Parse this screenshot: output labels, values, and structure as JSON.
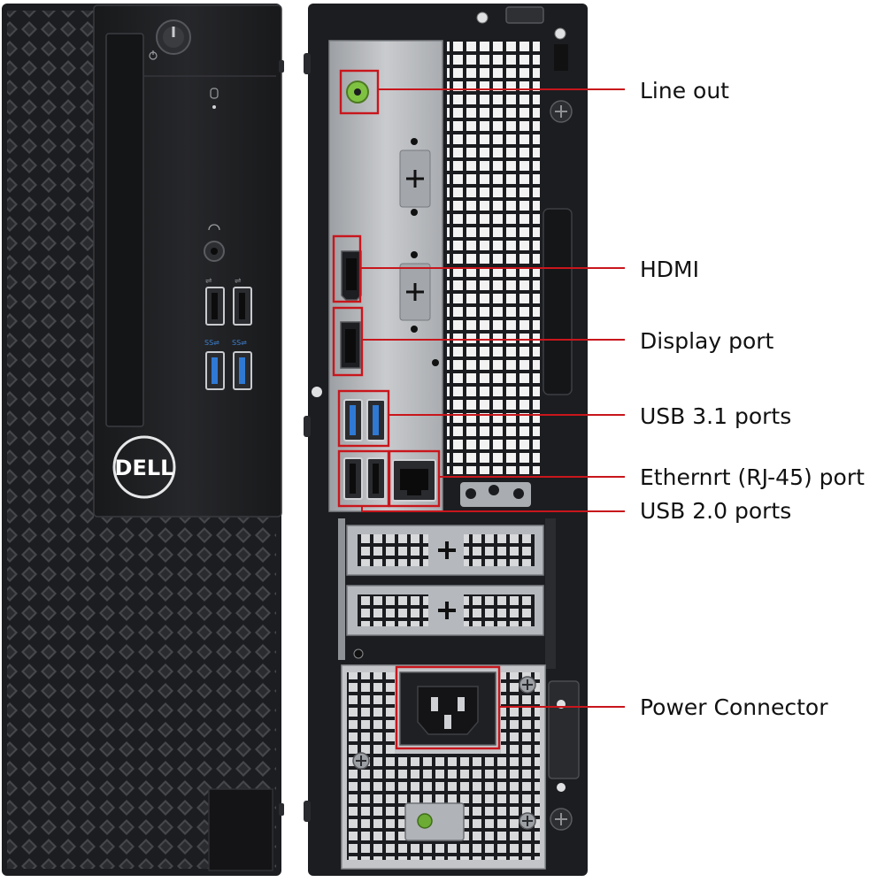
{
  "colors": {
    "callout": "#c8161c",
    "chassis": "#1c1d20",
    "chassis_edge": "#2e3034",
    "grille_hole": "#4a4c50",
    "metal": "#b8bbbf",
    "metal_dark": "#8d9094",
    "usb3_blue": "#2f79d4",
    "audio_green": "#7fc241",
    "label_text": "#111111"
  },
  "front_panel": {
    "brand": "DELL",
    "icons": [
      "power-icon",
      "drive-activity-icon",
      "headset-icon",
      "usb-icon",
      "usb-superspeed-icon"
    ]
  },
  "callouts": [
    {
      "id": "line-out",
      "label": "Line out"
    },
    {
      "id": "hdmi",
      "label": "HDMI"
    },
    {
      "id": "display-port",
      "label": "Display port"
    },
    {
      "id": "usb31",
      "label": "USB 3.1 ports"
    },
    {
      "id": "ethernet",
      "label": "Ethernrt (RJ-45) port"
    },
    {
      "id": "usb20",
      "label": "USB 2.0 ports"
    },
    {
      "id": "power",
      "label": "Power Connector"
    }
  ]
}
